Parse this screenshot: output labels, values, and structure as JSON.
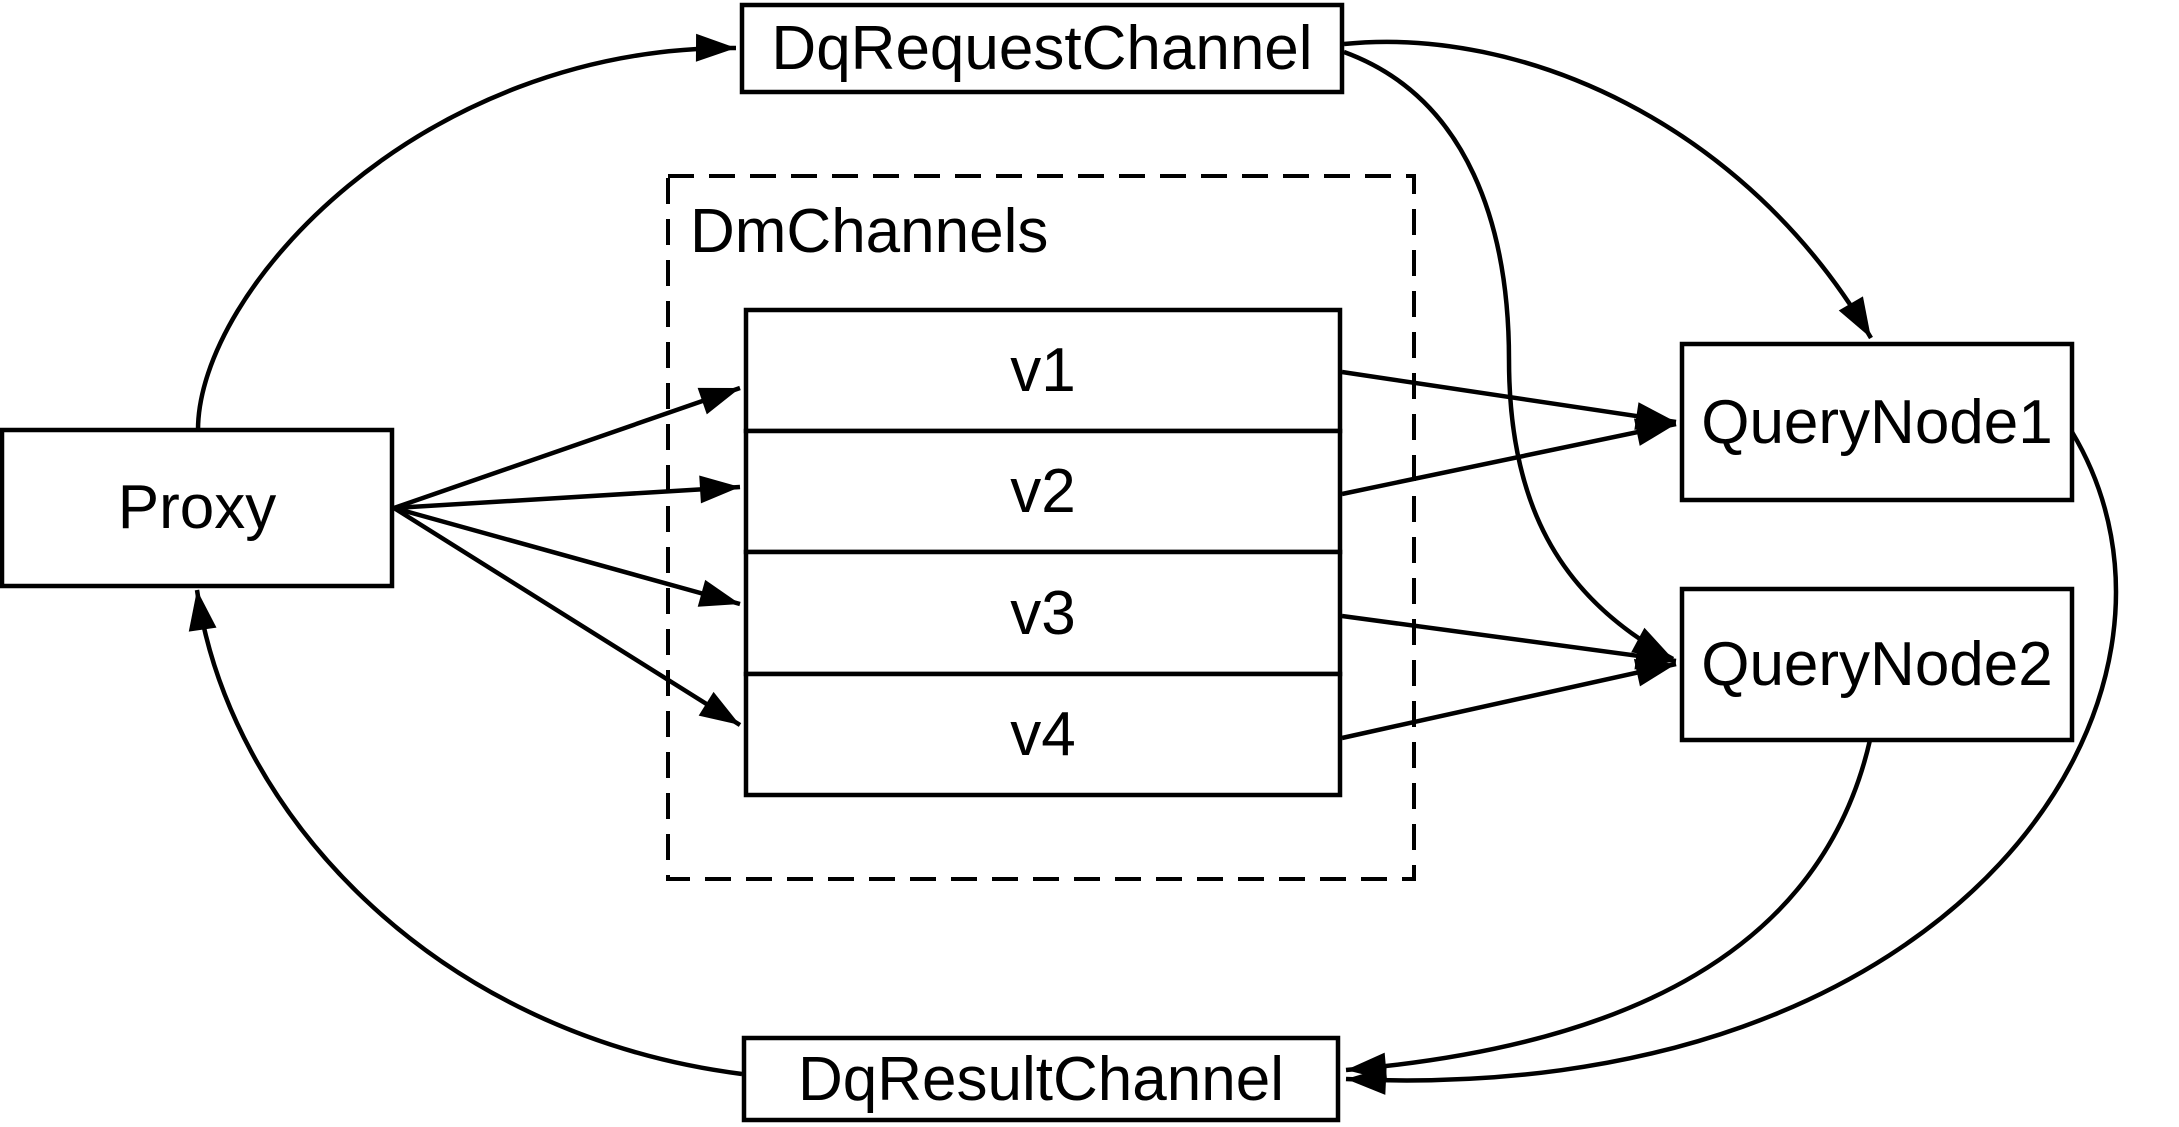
{
  "diagram": {
    "background_color": "#ffffff",
    "line_color": "#000000",
    "node_fill_color": "#ffffff",
    "nodes": {
      "proxy": {
        "label": "Proxy"
      },
      "dq_request_channel": {
        "label": "DqRequestChannel"
      },
      "dm_channels": {
        "label": "DmChannels",
        "channels": [
          {
            "label": "v1"
          },
          {
            "label": "v2"
          },
          {
            "label": "v3"
          },
          {
            "label": "v4"
          }
        ]
      },
      "query_node_1": {
        "label": "QueryNode1"
      },
      "query_node_2": {
        "label": "QueryNode2"
      },
      "dq_result_channel": {
        "label": "DqResultChannel"
      }
    },
    "edges": [
      {
        "from": "Proxy",
        "to": "DqRequestChannel"
      },
      {
        "from": "Proxy",
        "to": "v1"
      },
      {
        "from": "Proxy",
        "to": "v2"
      },
      {
        "from": "Proxy",
        "to": "v3"
      },
      {
        "from": "Proxy",
        "to": "v4"
      },
      {
        "from": "v1",
        "to": "QueryNode1"
      },
      {
        "from": "v2",
        "to": "QueryNode1"
      },
      {
        "from": "v3",
        "to": "QueryNode2"
      },
      {
        "from": "v4",
        "to": "QueryNode2"
      },
      {
        "from": "DqRequestChannel",
        "to": "QueryNode1"
      },
      {
        "from": "DqRequestChannel",
        "to": "QueryNode2"
      },
      {
        "from": "QueryNode1",
        "to": "DqResultChannel"
      },
      {
        "from": "QueryNode2",
        "to": "DqResultChannel"
      },
      {
        "from": "DqResultChannel",
        "to": "Proxy"
      }
    ]
  }
}
